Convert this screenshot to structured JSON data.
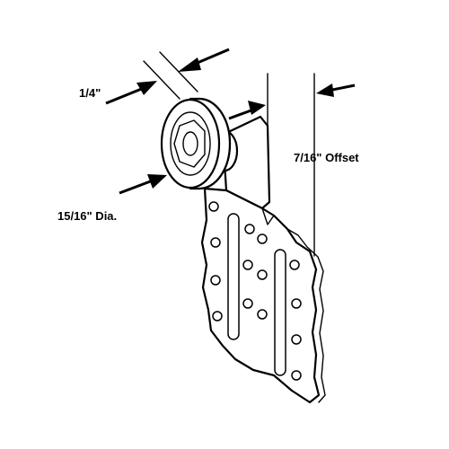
{
  "callouts": {
    "tire_width": "1/4\"",
    "offset": "7/16\" Offset",
    "diameter": "15/16\" Dia."
  },
  "colors": {
    "ink": "#000000",
    "paper": "#ffffff"
  }
}
